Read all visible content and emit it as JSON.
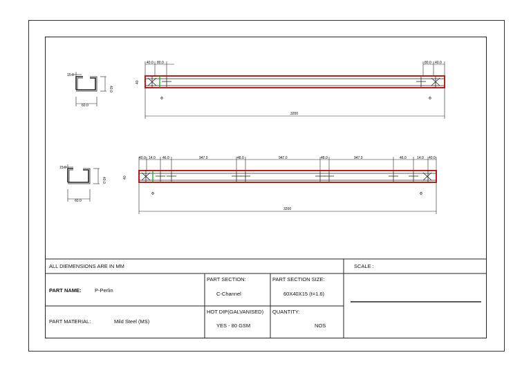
{
  "drawing": {
    "view1": {
      "section_dims": {
        "lip": "15.0",
        "height": "40.0",
        "width": "60.0"
      },
      "height_label": "40",
      "top_dims": [
        "40.0",
        "80.0",
        "80.0",
        "40.0"
      ],
      "hole_dia": "Φ",
      "total_length": "3200"
    },
    "view2": {
      "section_dims": {
        "lip": "15.0",
        "height": "40.0",
        "width": "60.0"
      },
      "height_label": "40",
      "top_dims": [
        "40.0",
        "14.0",
        "46.0",
        "947.0",
        "48.0",
        "947.0",
        "48.0",
        "947.0",
        "46.0",
        "14.0",
        "40.0"
      ],
      "hole_dia": "Φ",
      "total_length": "3200"
    },
    "colors": {
      "member_outline": "#c00000",
      "marker": "#00a000",
      "lines": "#222222"
    }
  },
  "title_block": {
    "note": "ALL DIEMENSIONS ARE IN MM",
    "scale_label": "SCALE :",
    "part_name_label": "PART NAME:",
    "part_name_value": "P-Perlin",
    "part_section_label": "PART SECTION:",
    "part_section_value": "C-Channel",
    "part_section_size_label": "PART SECTION SIZE:",
    "part_section_size_value": "60X40X15 (t=1.6)",
    "part_material_label": "PART MATERIAL:",
    "part_material_value": "Mild Steel (MS)",
    "finish_label": "HOT DIP(GALVANISED)",
    "finish_value": "YES  - 80 GSM",
    "quantity_label": "QUANTITY:",
    "quantity_value": "NOS"
  }
}
